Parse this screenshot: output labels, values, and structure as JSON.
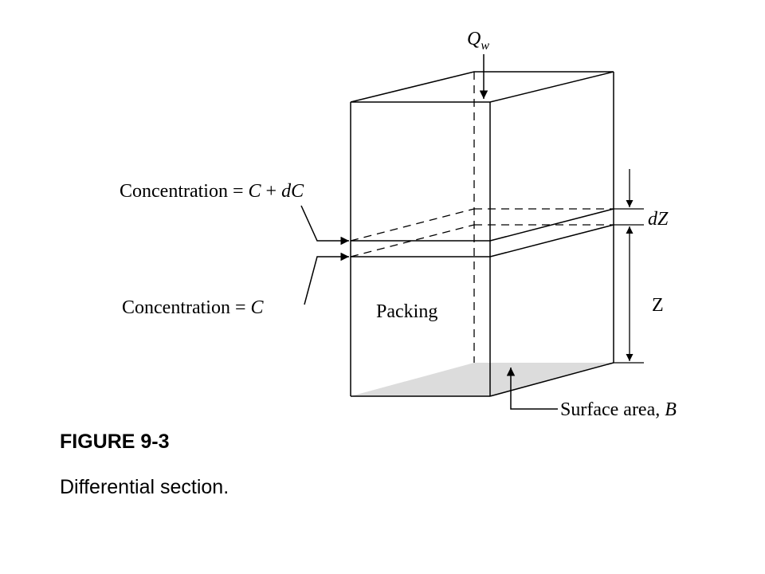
{
  "diagram": {
    "top_label": {
      "main": "Q",
      "sub": "w"
    },
    "upper_concentration": {
      "prefix": "Concentration = ",
      "c": "C",
      "plus": " + ",
      "dc": "dC"
    },
    "lower_concentration": {
      "prefix": "Concentration = ",
      "c": "C"
    },
    "dz_label": "dZ",
    "z_label": "Z",
    "packing_label": "Packing",
    "surface_label": {
      "prefix": "Surface area, ",
      "b": "B"
    },
    "colors": {
      "line": "#000000",
      "base_fill": "#dcdcdc"
    }
  },
  "caption": {
    "title": "FIGURE 9-3",
    "text": "Differential section."
  }
}
